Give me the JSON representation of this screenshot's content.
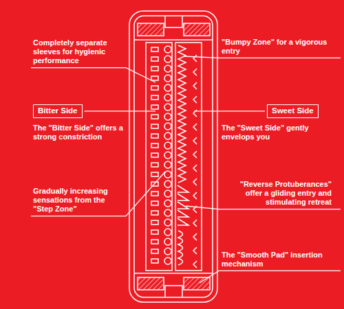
{
  "diagram": {
    "nodes": [
      {
        "text": [
          "Bitter Side",
          "The \"Bitter Side\" offers a strong constriction"
        ]
      },
      {
        "text": [
          "Sweet Side",
          "The \"Sweet Side\" gently envelops you"
        ]
      }
    ],
    "labels": [
      "Completely separate sleeves for hygienic performance",
      "\"Bumpy Zone\" for a vigorous entry",
      "Gradually increasing sensations from the \"Step Zone\"",
      "\"Reverse Protuberances\" offer a gliding entry and stimulating retreat",
      "The \"Smooth Pad\" insertion mechanism"
    ]
  }
}
